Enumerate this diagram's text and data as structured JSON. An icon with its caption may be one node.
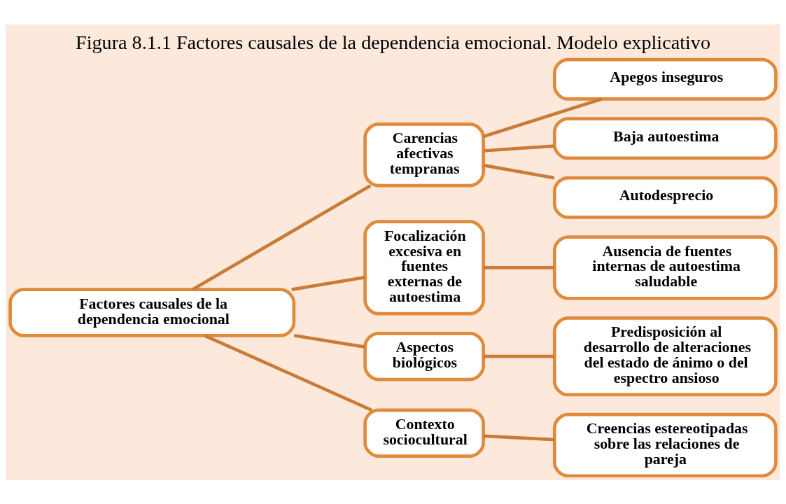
{
  "diagram": {
    "title": "Figura 8.1.1 Factores causales de la dependencia emocional. Modelo explicativo",
    "nodes": [
      {
        "text": [
          "Factores causales de la dependencia emocional"
        ]
      },
      {
        "text": [
          "Carencias afectivas tempranas"
        ]
      },
      {
        "text": [
          "Apegos inseguros"
        ]
      },
      {
        "text": [
          "Baja autoestima"
        ]
      },
      {
        "text": [
          "Autodesprecio"
        ]
      },
      {
        "text": [
          "Focalización excesiva en fuentes externas de autoestima"
        ]
      },
      {
        "text": [
          "Ausencia de fuentes internas de autoestima saludable"
        ]
      },
      {
        "text": [
          "Aspectos biológicos"
        ]
      },
      {
        "text": [
          "Predisposición al desarrollo de alteraciones del estado de ánimo o del espectro ansioso"
        ]
      },
      {
        "text": [
          "Contexto sociocultural"
        ]
      },
      {
        "text": [
          "Creencias estereotipadas sobre las relaciones de pareja"
        ]
      }
    ],
    "edges": [
      {
        "from": 0,
        "to": 1,
        "arrow": "none"
      },
      {
        "from": 0,
        "to": 5,
        "arrow": "none"
      },
      {
        "from": 0,
        "to": 7,
        "arrow": "none"
      },
      {
        "from": 0,
        "to": 9,
        "arrow": "none"
      },
      {
        "from": 1,
        "to": 2,
        "arrow": "none"
      },
      {
        "from": 1,
        "to": 3,
        "arrow": "none"
      },
      {
        "from": 1,
        "to": 4,
        "arrow": "none"
      },
      {
        "from": 5,
        "to": 6,
        "arrow": "none"
      },
      {
        "from": 7,
        "to": 8,
        "arrow": "none"
      },
      {
        "from": 9,
        "to": 10,
        "arrow": "none"
      }
    ]
  }
}
